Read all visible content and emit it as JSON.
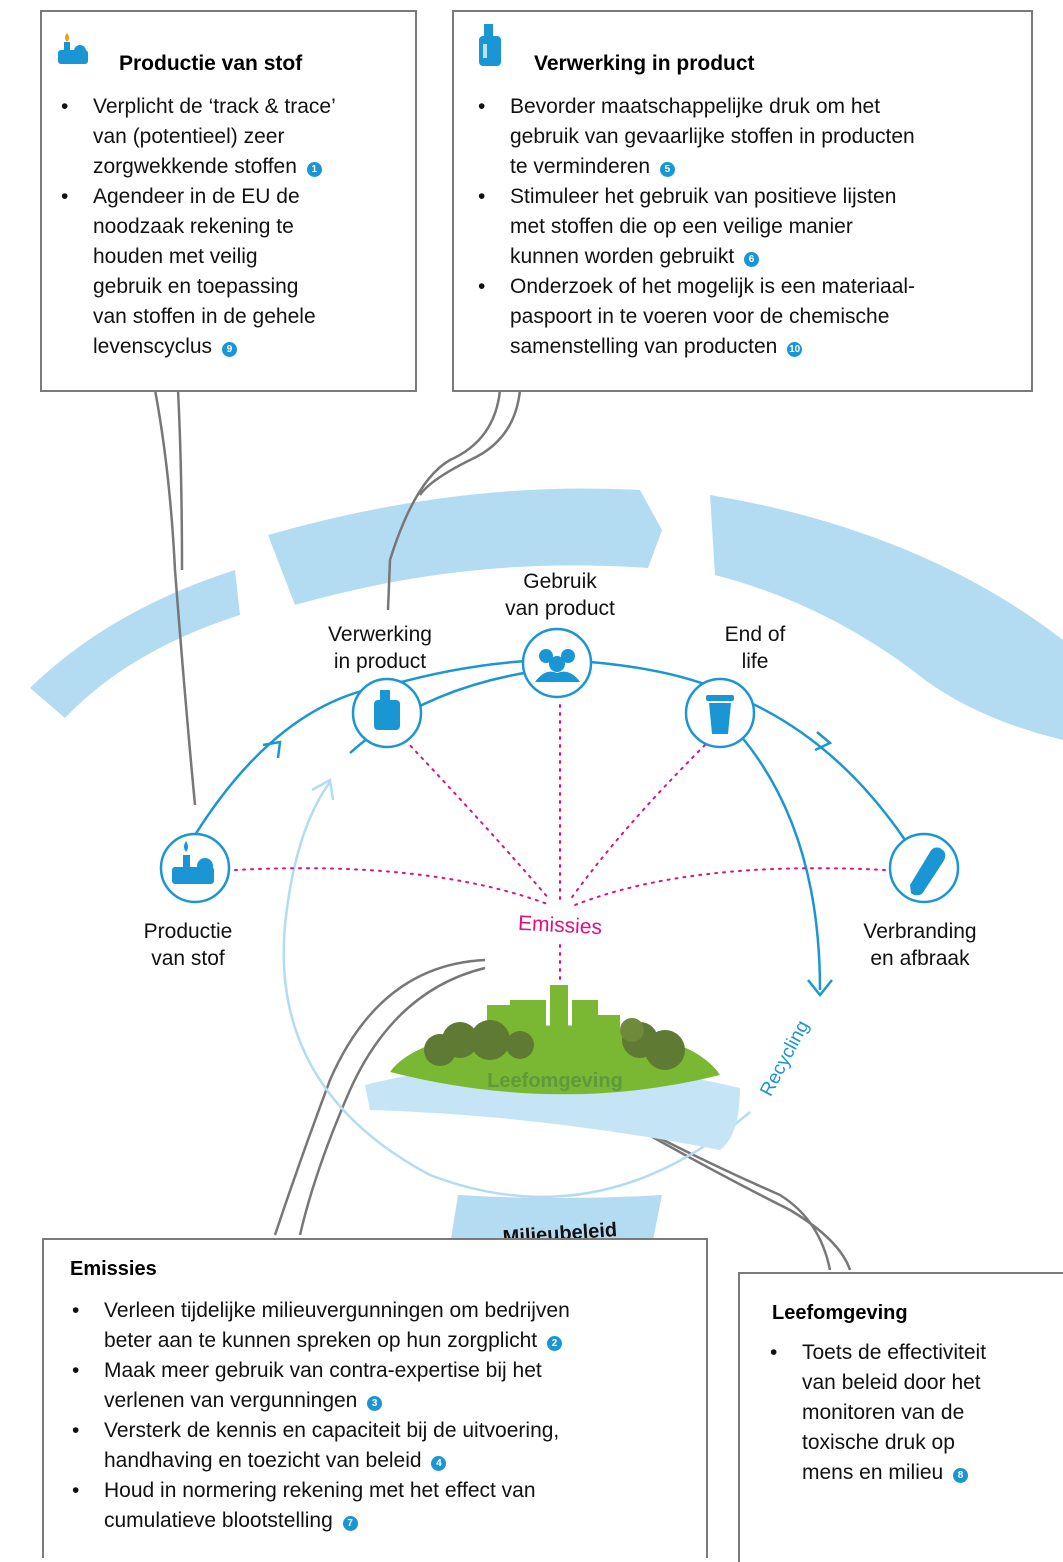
{
  "box_productie": {
    "title": "Productie van stof",
    "items": [
      {
        "lines": [
          "Verplicht de ‘track & trace’",
          "van (potentieel) zeer",
          "zorgwekkende stoffen"
        ],
        "num": "1"
      },
      {
        "lines": [
          "Agendeer in de EU de",
          "noodzaak rekening te",
          "houden met veilig",
          "gebruik en toepassing",
          "van stoffen in de gehele",
          "levenscyclus"
        ],
        "num": "9"
      }
    ]
  },
  "box_verwerking": {
    "title": "Verwerking in product",
    "items": [
      {
        "lines": [
          "Bevorder maatschappelijke druk om het",
          "gebruik van gevaarlijke stoffen in producten",
          "te verminderen"
        ],
        "num": "5"
      },
      {
        "lines": [
          "Stimuleer het gebruik van positieve lijsten",
          "met stoffen die op een veilige manier",
          "kunnen worden gebruikt"
        ],
        "num": "6"
      },
      {
        "lines": [
          "Onderzoek of het mogelijk is een materiaal-",
          "paspoort in te voeren voor de chemische",
          "samenstelling van producten"
        ],
        "num": "10"
      }
    ]
  },
  "box_emissies": {
    "title": "Emissies",
    "items": [
      {
        "lines": [
          "Verleen tijdelijke milieuvergunningen om bedrijven",
          "beter aan te kunnen spreken op hun zorgplicht"
        ],
        "num": "2"
      },
      {
        "lines": [
          "Maak meer gebruik van contra-expertise bij het",
          "verlenen van vergunningen"
        ],
        "num": "3"
      },
      {
        "lines": [
          "Versterk de kennis en capaciteit bij de uitvoering,",
          "handhaving en toezicht van beleid"
        ],
        "num": "4"
      },
      {
        "lines": [
          "Houd in normering rekening met het effect van",
          "cumulatieve blootstelling"
        ],
        "num": "7"
      }
    ]
  },
  "box_leefomgeving": {
    "title": "Leefomgeving",
    "items": [
      {
        "lines": [
          "Toets de effectiviteit",
          "van beleid door het",
          "monitoren van de",
          "toxische druk op",
          "mens en milieu"
        ],
        "num": "8"
      }
    ]
  },
  "nodes": {
    "productie": [
      "Productie",
      "van stof"
    ],
    "verwerking": [
      "Verwerking",
      "in product"
    ],
    "gebruik": [
      "Gebruik",
      "van product"
    ],
    "end_of_life": [
      "End of",
      "life"
    ],
    "verbranding": [
      "Verbranding",
      "en afbraak"
    ]
  },
  "labels": {
    "emissies": "Emissies",
    "leefomgeving": "Leefomgeving",
    "recycling": "Recycling",
    "milieubeleid": "Milieubeleid"
  },
  "colors": {
    "accent_blue": "#1a96d4",
    "light_blue": "#b3dcf3",
    "magenta": "#e0107f",
    "green": "#7ab833",
    "dark_green": "#5f7a32",
    "connector_grey": "#777777"
  },
  "icons": [
    "factory-icon",
    "bottle-icon",
    "people-icon",
    "bin-icon",
    "plastic-bottle-icon"
  ]
}
